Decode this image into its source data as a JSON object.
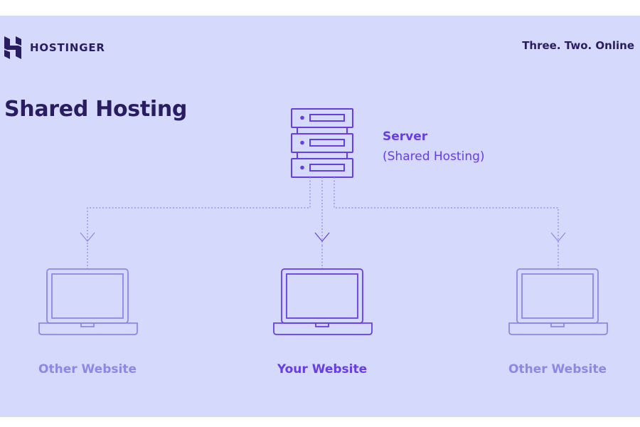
{
  "brand": {
    "name": "HOSTINGER",
    "tagline": "Three. Two. Online"
  },
  "title": "Shared Hosting",
  "server": {
    "label": "Server",
    "sublabel": "(Shared Hosting)"
  },
  "sites": [
    {
      "label": "Other Website",
      "emphasis": false
    },
    {
      "label": "Your Website",
      "emphasis": true
    },
    {
      "label": "Other Website",
      "emphasis": false
    }
  ],
  "colors": {
    "background": "#d5dafd",
    "primary": "#673de6",
    "muted": "#8f86e6",
    "dark_text": "#2a1c61"
  }
}
